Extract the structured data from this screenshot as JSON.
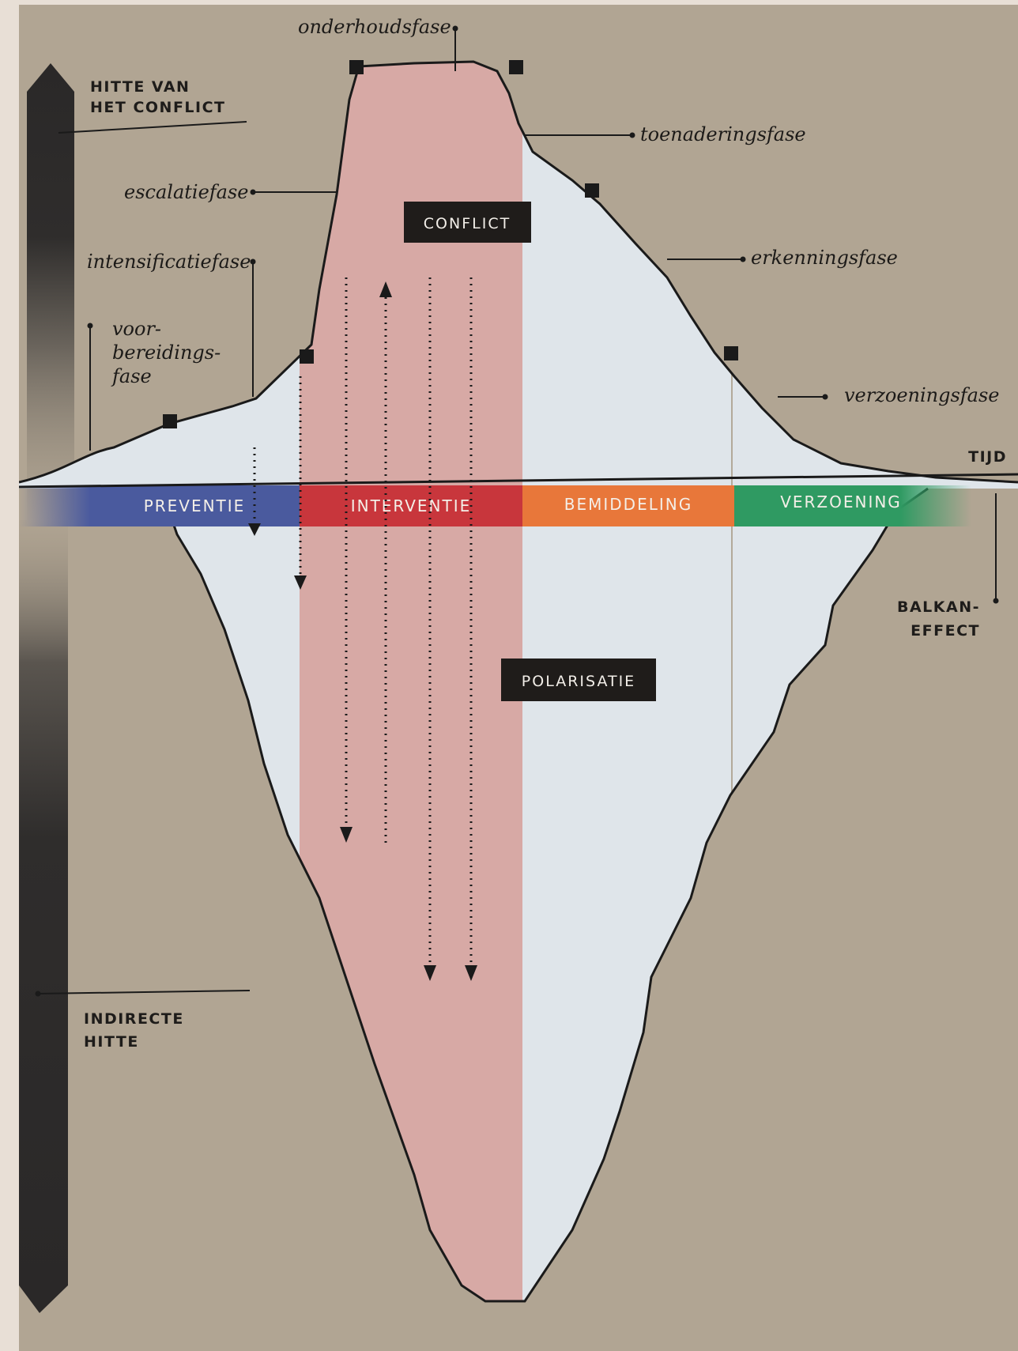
{
  "diagram": {
    "phases": {
      "onderhoud": "onderhoudsfase",
      "toenadering": "toenaderingsfase",
      "escalatie": "escalatiefase",
      "erkenning": "erkenningsfase",
      "intensificatie": "intensificatiefase",
      "voorbereiding": [
        "voor-",
        "bereidings-",
        "fase"
      ],
      "verzoening": "verzoeningsfase"
    },
    "left_axis": {
      "top_label": [
        "HITTE VAN",
        "HET CONFLICT"
      ],
      "bottom_label": [
        "INDIRECTE",
        "HITTE"
      ]
    },
    "time_label": "TIJD",
    "balkan_label": [
      "BALKAN-",
      "EFFECT"
    ],
    "bands": [
      {
        "label": "PREVENTIE",
        "color": "#4a5a9e"
      },
      {
        "label": "INTERVENTIE",
        "color": "#c8363c"
      },
      {
        "label": "BEMIDDELING",
        "color": "#e8773a"
      },
      {
        "label": "VERZOENING",
        "color": "#2f9a62"
      }
    ],
    "boxes": {
      "conflict": "CONFLICT",
      "polarisatie": "POLARISATIE"
    },
    "colors": {
      "background": "#b1a593",
      "iceberg": "#dfe5ea",
      "intervention_column": "#d7a9a5",
      "outline": "#1a1a1a",
      "box": "#1f1c1a"
    }
  }
}
